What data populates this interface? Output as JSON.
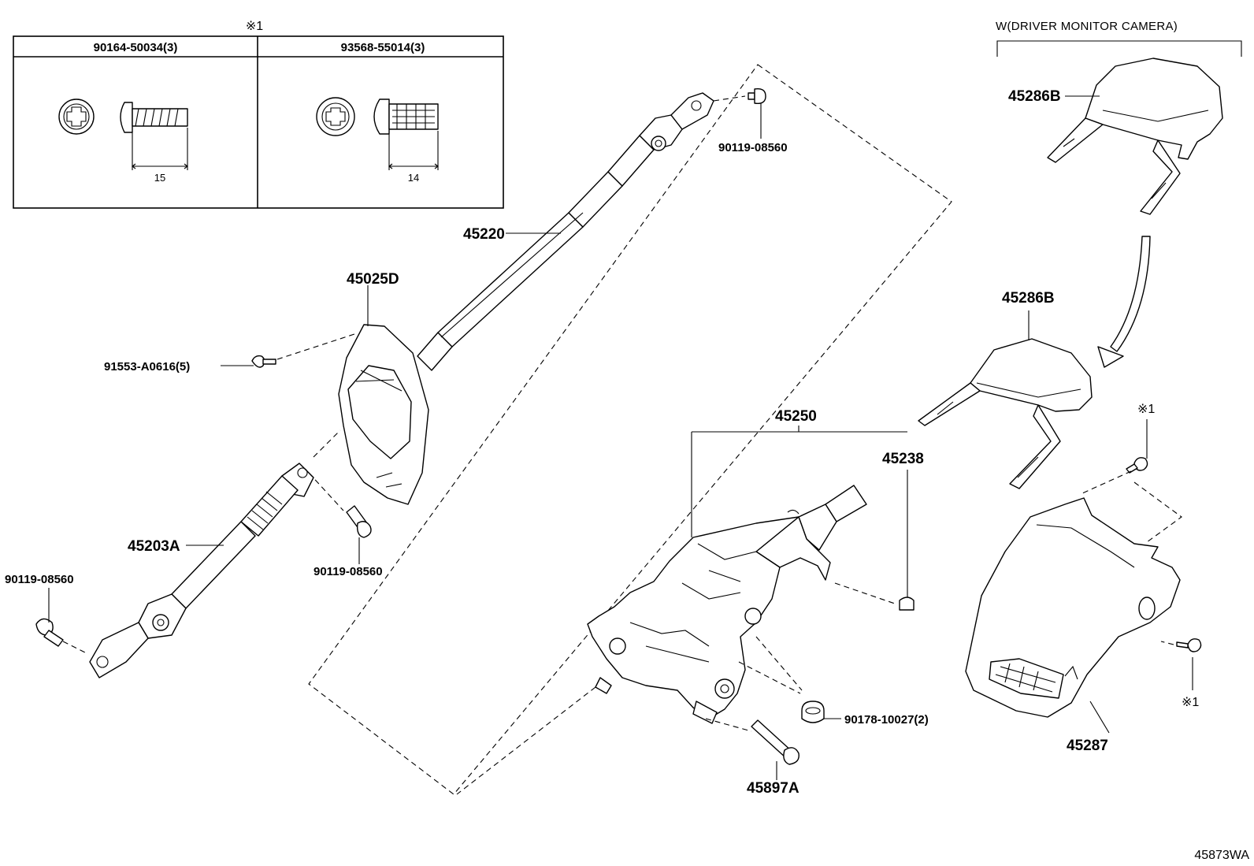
{
  "diagram_code": "45873WA",
  "note_symbol": "※1",
  "fastener_table": {
    "header_symbol": "※1",
    "columns": [
      {
        "part_number": "90164-50034(3)",
        "dimension": "15"
      },
      {
        "part_number": "93568-55014(3)",
        "dimension": "14"
      }
    ]
  },
  "condition_label": "W(DRIVER MONITOR CAMERA)",
  "parts": {
    "p45220": "45220",
    "p45025D": "45025D",
    "p91553": "91553-A0616(5)",
    "p45203A": "45203A",
    "p90119_top": "90119-08560",
    "p90119_mid": "90119-08560",
    "p90119_left": "90119-08560",
    "p45250": "45250",
    "p45238": "45238",
    "p90178": "90178-10027(2)",
    "p45897A": "45897A",
    "p45286B_top": "45286B",
    "p45286B_mid": "45286B",
    "p45287": "45287",
    "note_a": "※1",
    "note_b": "※1"
  }
}
